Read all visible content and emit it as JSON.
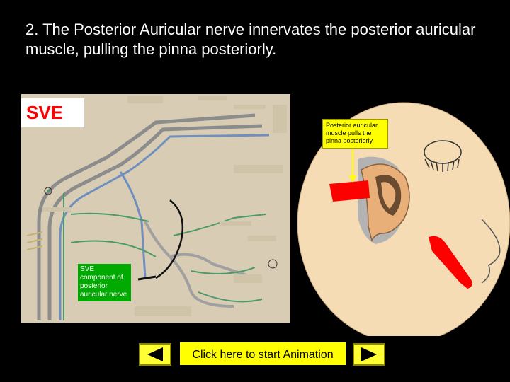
{
  "slide": {
    "title": "2.  The Posterior Auricular nerve innervates the posterior auricular muscle, pulling the pinna posteriorly."
  },
  "diagram": {
    "sve_label": "SVE",
    "sve_note": "SVE component  of posterior auricular nerve"
  },
  "face_illustration": {
    "muscle_note": "Posterior auricular muscle pulls the pinna posteriorly."
  },
  "controls": {
    "start_label": "Click here to start Animation",
    "prev_icon": "play-left-icon",
    "next_icon": "play-right-icon"
  },
  "colors": {
    "background": "#000000",
    "button_yellow": "#ffff00",
    "note_green": "#00aa00",
    "muscle_red": "#ff0000",
    "face": "#f5dcb4"
  }
}
